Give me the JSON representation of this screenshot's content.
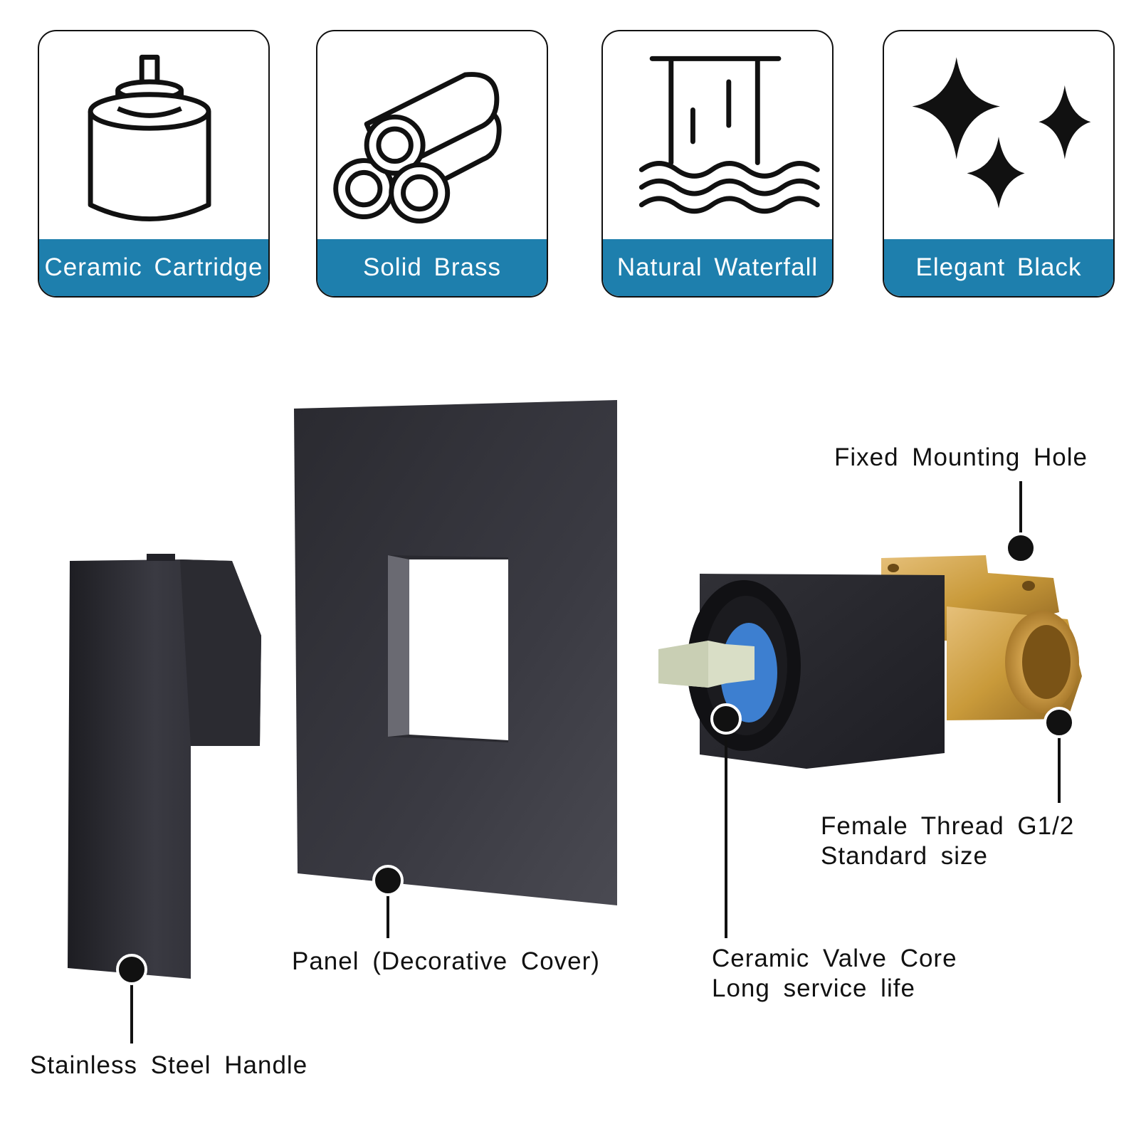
{
  "features": [
    {
      "label": "Ceramic Cartridge",
      "icon": "cartridge-icon"
    },
    {
      "label": "Solid Brass",
      "icon": "brass-pipes-icon"
    },
    {
      "label": "Natural Waterfall",
      "icon": "waterfall-icon"
    },
    {
      "label": "Elegant Black",
      "icon": "sparkle-icon"
    }
  ],
  "colors": {
    "accent": "#1e7fad",
    "finish": "#2a2a30",
    "brass": "#c99a3a"
  },
  "callouts": {
    "handle": "Stainless Steel Handle",
    "panel": "Panel (Decorative Cover)",
    "mounting_hole": "Fixed Mounting Hole",
    "thread_line1": "Female Thread G1/2",
    "thread_line2": "Standard size",
    "valve_line1": "Ceramic Valve Core",
    "valve_line2": "Long service life"
  }
}
